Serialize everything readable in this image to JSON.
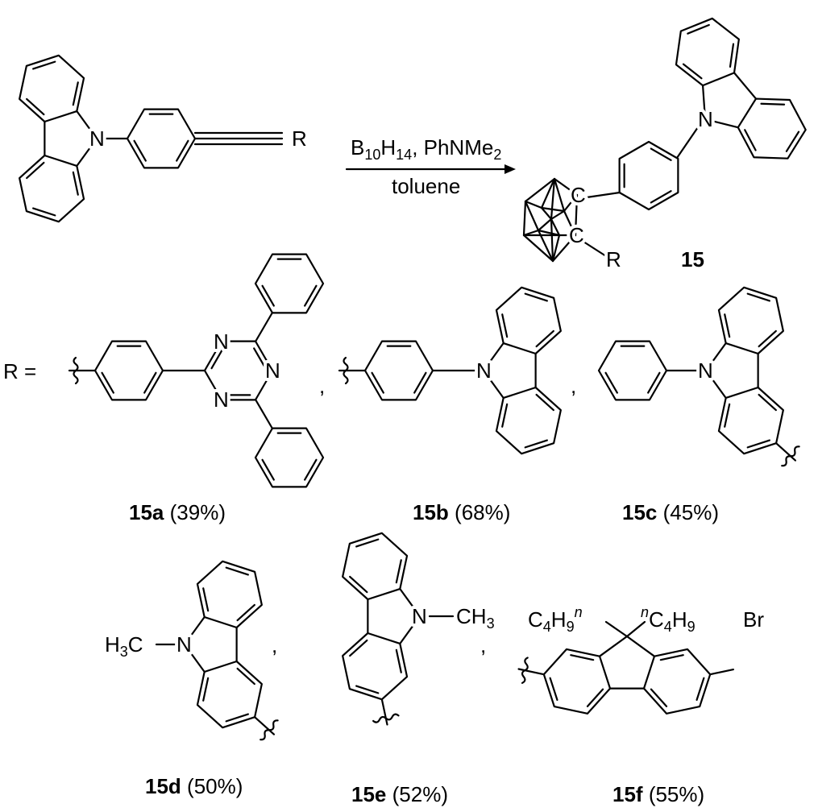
{
  "reaction": {
    "reagents_parts": [
      "B",
      "10",
      "H",
      "14",
      ", PhNMe",
      "2"
    ],
    "solvent": "toluene",
    "product_number": "15"
  },
  "atoms": {
    "N": "N",
    "C": "C",
    "R": "R",
    "Br": "Br"
  },
  "r_equals": "R =",
  "comma": ",",
  "methyl_left_parts": [
    "H",
    "3",
    "C"
  ],
  "methyl_right_parts": [
    "CH",
    "3"
  ],
  "butyl_left_parts": [
    "C",
    "4",
    "H",
    "9",
    "n"
  ],
  "butyl_right_parts": [
    "n",
    "C",
    "4",
    "H",
    "9"
  ],
  "compounds": [
    {
      "id": "15a",
      "yield": "(39%)"
    },
    {
      "id": "15b",
      "yield": "(68%)"
    },
    {
      "id": "15c",
      "yield": "(45%)"
    },
    {
      "id": "15d",
      "yield": "(50%)"
    },
    {
      "id": "15e",
      "yield": "(52%)"
    },
    {
      "id": "15f",
      "yield": "(55%)"
    }
  ]
}
